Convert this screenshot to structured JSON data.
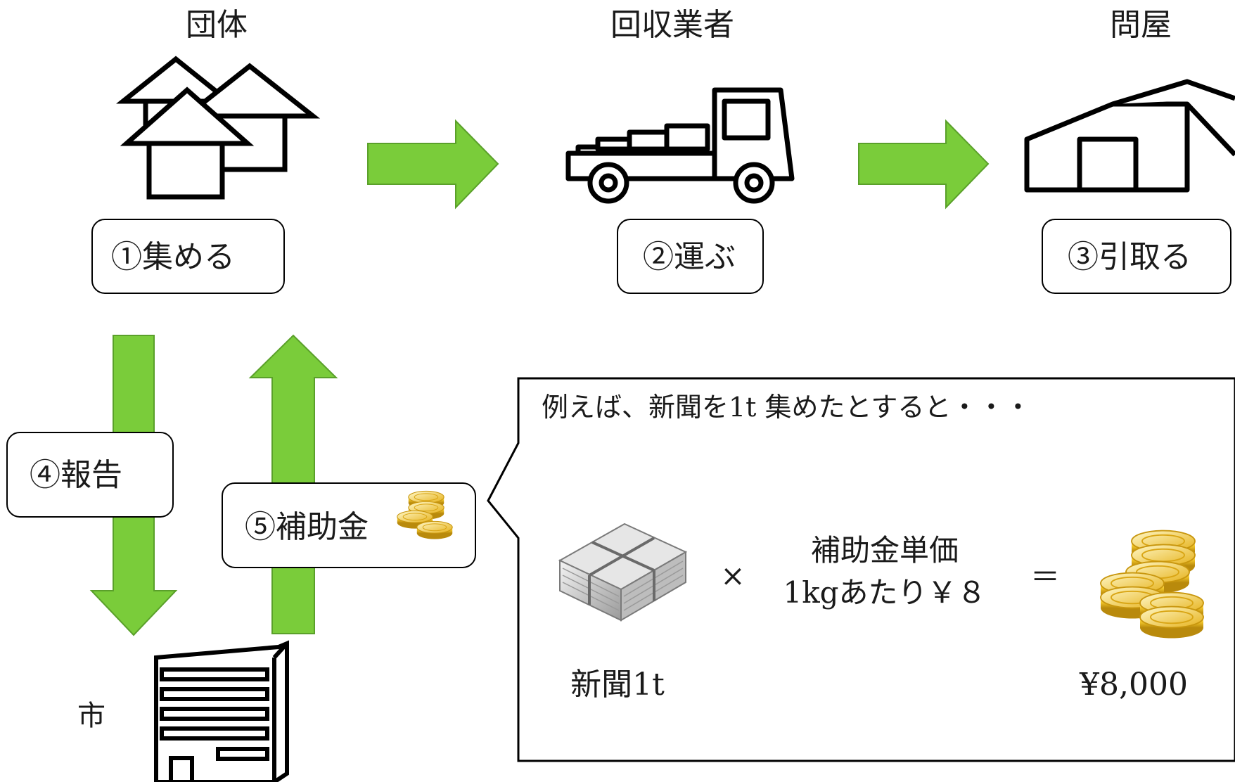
{
  "actors": {
    "group": "団体",
    "collector": "回収業者",
    "wholesaler": "問屋",
    "city": "市"
  },
  "steps": {
    "collect": "①集める",
    "carry": "②運ぶ",
    "pickup": "③引取る",
    "report": "④報告",
    "subsidy": "⑤補助金"
  },
  "example": {
    "intro": "例えば、新聞を1t 集めたとすると・・・",
    "item_label": "新聞1t",
    "times_sign": "×",
    "rate_line1": "補助金単価",
    "rate_line2": "1kgあたり￥８",
    "equals_sign": "＝",
    "result": "¥8,000"
  },
  "colors": {
    "arrow_fill": "#7acc3a",
    "arrow_stroke": "#5aa02a",
    "outline": "#000000",
    "coin_gold": "#e8b81a"
  },
  "icons": {
    "group": "houses-icon",
    "collector": "truck-icon",
    "wholesaler": "warehouse-icon",
    "city": "office-building-icon",
    "newspaper": "newspaper-bundle-icon",
    "coins": "coins-icon"
  }
}
